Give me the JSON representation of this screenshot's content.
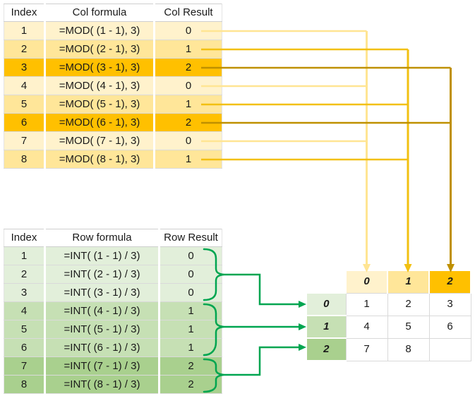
{
  "col_table": {
    "headers": [
      "Index",
      "Col formula",
      "Col Result"
    ],
    "rows": [
      {
        "index": "1",
        "formula": "=MOD( (1 - 1), 3)",
        "result": "0"
      },
      {
        "index": "2",
        "formula": "=MOD( (2 - 1), 3)",
        "result": "1"
      },
      {
        "index": "3",
        "formula": "=MOD( (3 - 1), 3)",
        "result": "2"
      },
      {
        "index": "4",
        "formula": "=MOD( (4 - 1), 3)",
        "result": "0"
      },
      {
        "index": "5",
        "formula": "=MOD( (5 - 1), 3)",
        "result": "1"
      },
      {
        "index": "6",
        "formula": "=MOD( (6 - 1), 3)",
        "result": "2"
      },
      {
        "index": "7",
        "formula": "=MOD( (7 - 1), 3)",
        "result": "0"
      },
      {
        "index": "8",
        "formula": "=MOD( (8 - 1), 3)",
        "result": "1"
      }
    ]
  },
  "row_table": {
    "headers": [
      "Index",
      "Row formula",
      "Row Result"
    ],
    "rows": [
      {
        "index": "1",
        "formula": "=INT( (1 - 1) / 3)",
        "result": "0"
      },
      {
        "index": "2",
        "formula": "=INT( (2 - 1) / 3)",
        "result": "0"
      },
      {
        "index": "3",
        "formula": "=INT( (3 - 1) / 3)",
        "result": "0"
      },
      {
        "index": "4",
        "formula": "=INT( (4 - 1) / 3)",
        "result": "1"
      },
      {
        "index": "5",
        "formula": "=INT( (5 - 1) / 3)",
        "result": "1"
      },
      {
        "index": "6",
        "formula": "=INT( (6 - 1) / 3)",
        "result": "1"
      },
      {
        "index": "7",
        "formula": "=INT( (7 - 1) / 3)",
        "result": "2"
      },
      {
        "index": "8",
        "formula": "=INT( (8 - 1) / 3)",
        "result": "2"
      }
    ]
  },
  "grid": {
    "col_headers": [
      "0",
      "1",
      "2"
    ],
    "row_headers": [
      "0",
      "1",
      "2"
    ],
    "cells": [
      [
        "1",
        "2",
        "3"
      ],
      [
        "4",
        "5",
        "6"
      ],
      [
        "7",
        "8",
        ""
      ]
    ]
  },
  "colors": {
    "col_fill_0": "#FFF2CC",
    "col_fill_1": "#FFE699",
    "col_fill_2": "#FFC000",
    "row_fill_0": "#E2EFDA",
    "row_fill_1": "#C6E0B4",
    "row_fill_2": "#A9D08E",
    "line_light": "#FFE593",
    "line_gold": "#F2C011",
    "line_dark": "#BF9000",
    "green_accent": "#00A550"
  }
}
